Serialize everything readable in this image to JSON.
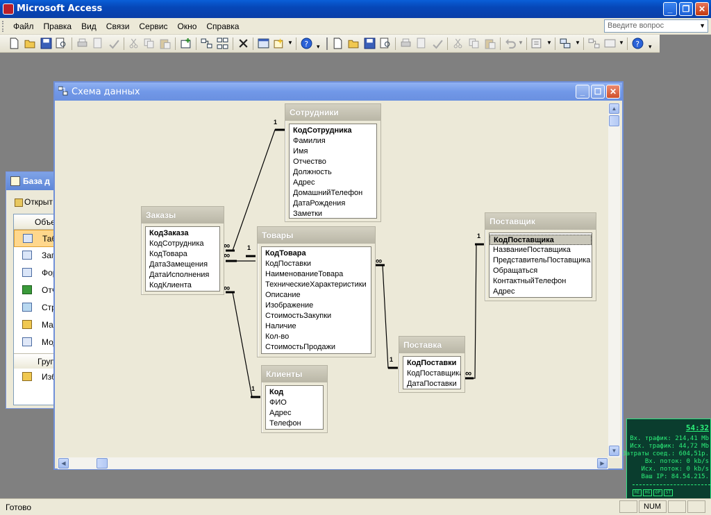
{
  "app": {
    "title": "Microsoft Access",
    "minimize": "_",
    "restore": "❐",
    "close": "✕"
  },
  "menu": {
    "items": [
      "Файл",
      "Правка",
      "Вид",
      "Связи",
      "Сервис",
      "Окно",
      "Справка"
    ],
    "help_placeholder": "Введите вопрос"
  },
  "db_window": {
    "title": "База д",
    "open_label": "Открыт",
    "objects_header": "Объе",
    "objects": [
      "Таб",
      "Зап",
      "Фор",
      "Отч",
      "Стр",
      "Мак",
      "Мод"
    ],
    "groups_header": "Груп",
    "favorites": "Изб"
  },
  "relationships_window": {
    "title": "Схема данных"
  },
  "tables": {
    "employees": {
      "name": "Сотрудники",
      "fields": [
        "КодСотрудника",
        "Фамилия",
        "Имя",
        "Отчество",
        "Должность",
        "Адрес",
        "ДомашнийТелефон",
        "ДатаРождения",
        "Заметки"
      ]
    },
    "orders": {
      "name": "Заказы",
      "fields": [
        "КодЗаказа",
        "КодСотрудника",
        "КодТовара",
        "ДатаЗамещения",
        "ДатаИсполнения",
        "КодКлиента"
      ]
    },
    "products": {
      "name": "Товары",
      "fields": [
        "КодТовара",
        "КодПоставки",
        "НаименованиеТовара",
        "ТехническиеХарактеристики",
        "Описание",
        "Изображение",
        "СтоимостьЗакупки",
        "Наличие",
        "Кол-во",
        "СтоимостьПродажи"
      ]
    },
    "supplier": {
      "name": "Поставщик",
      "fields": [
        "КодПоставщика",
        "НазваниеПоставщика",
        "ПредставительПоставщика",
        "Обращаться",
        "КонтактныйТелефон",
        "Адрес"
      ]
    },
    "delivery": {
      "name": "Поставка",
      "fields": [
        "КодПоставки",
        "КодПоставщика",
        "ДатаПоставки"
      ]
    },
    "clients": {
      "name": "Клиенты",
      "fields": [
        "Код",
        "ФИО",
        "Адрес",
        "Телефон"
      ]
    }
  },
  "relationship_labels": {
    "one": "1",
    "many": "∞"
  },
  "status": {
    "text": "Готово",
    "num": "NUM"
  },
  "traffic": {
    "time": "54:32",
    "in_traffic": "Вх. трафик: 214,41 Mb",
    "out_traffic": "Исх. трафик: 44,72 Mb",
    "cost": "Затраты соед.: 604,51р.",
    "in_stream": "Вх. поток: 0 kb/s",
    "out_stream": "Исх. поток: 0 kb/s",
    "ip": "Ваш IP: 84.54.215.",
    "mini": [
      "RE",
      "HG",
      "OP",
      "ST"
    ]
  }
}
